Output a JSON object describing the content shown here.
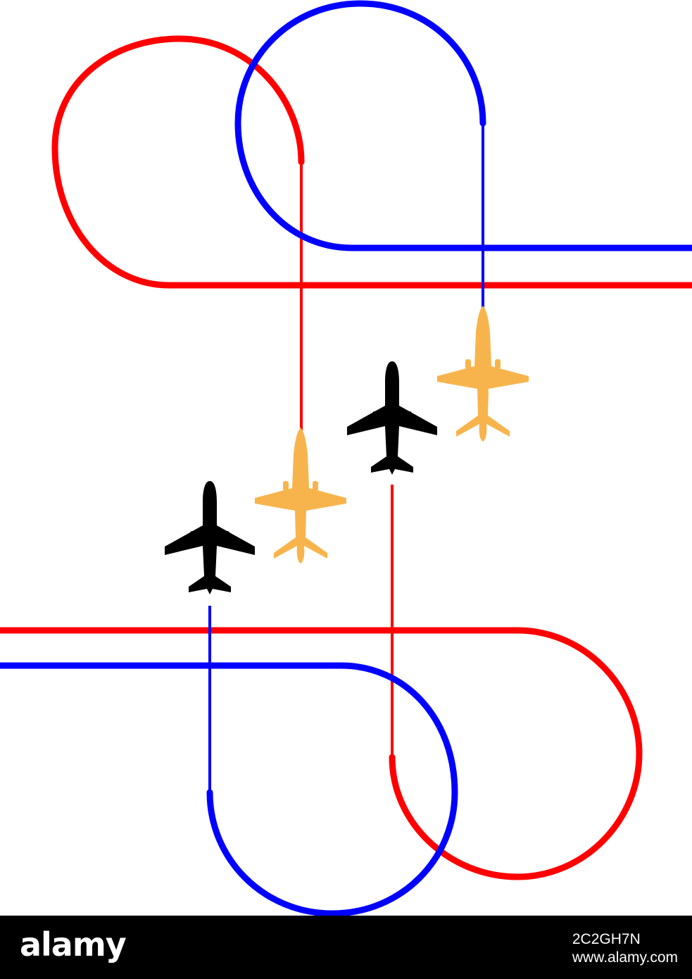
{
  "colors": {
    "red_trail": "#ff0000",
    "blue_trail": "#0000ff",
    "black_plane": "#000000",
    "orange_plane": "#f8b44c",
    "background": "#ffffff",
    "footer_bg": "#000000"
  },
  "planes": [
    {
      "name": "black",
      "color": "#000000",
      "icon": "airliner-icon"
    },
    {
      "name": "orange",
      "color": "#f8b44c",
      "icon": "jet-icon"
    }
  ],
  "footer": {
    "logo": "alamy",
    "image_id": "2C2GH7N",
    "site": "www.alamy.com"
  }
}
